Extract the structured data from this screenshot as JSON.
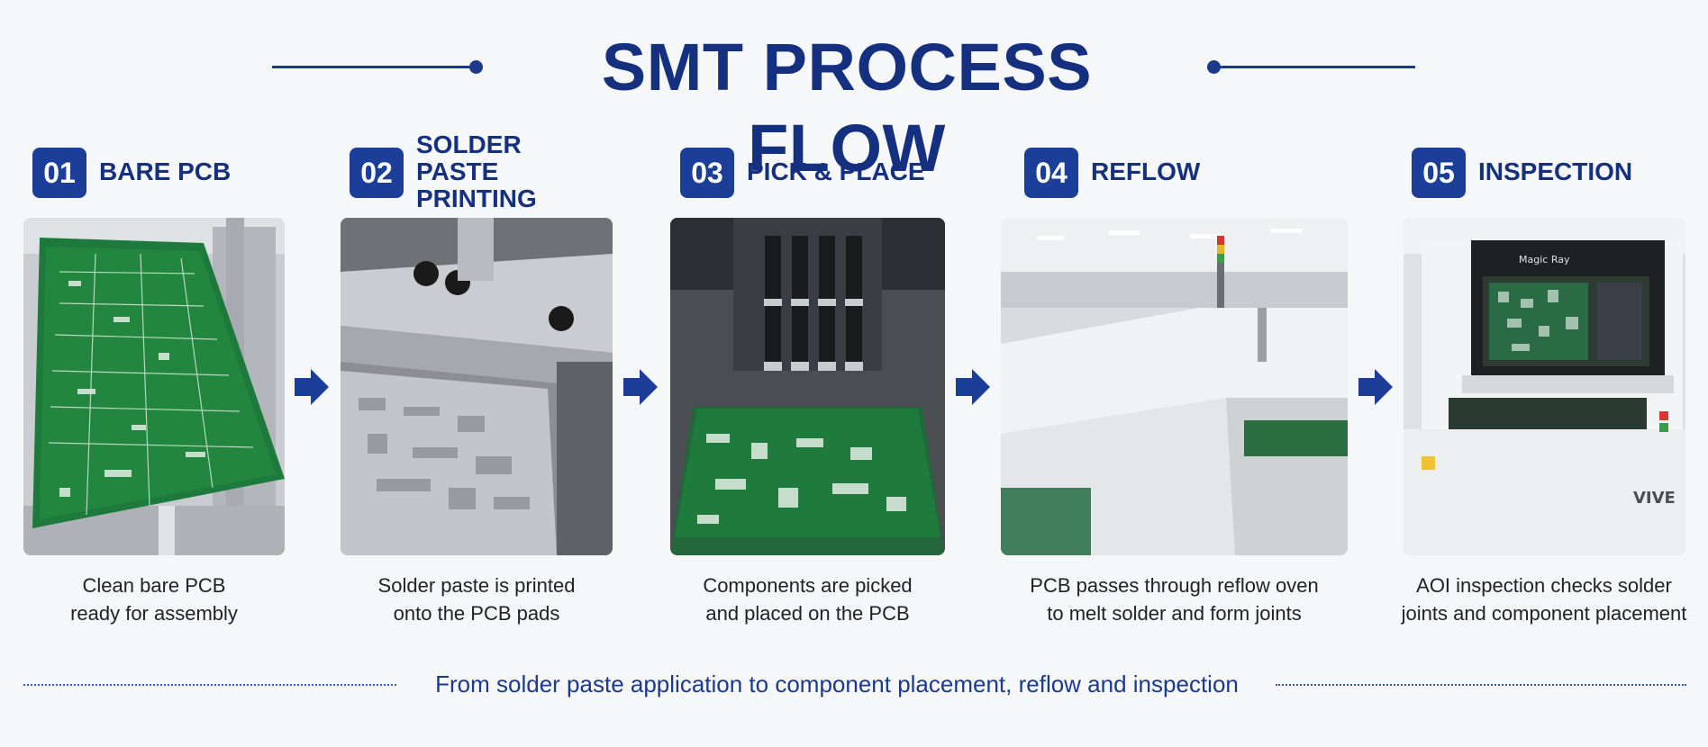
{
  "title": "SMT PROCESS FLOW",
  "steps": [
    {
      "number": "01",
      "title": "BARE PCB",
      "caption_line1": "Clean bare PCB",
      "caption_line2": "ready for assembly"
    },
    {
      "number": "02",
      "title": "SOLDER PASTE PRINTING",
      "caption_line1": "Solder paste is printed",
      "caption_line2": "onto the PCB pads"
    },
    {
      "number": "03",
      "title": "PICK & PLACE",
      "caption_line1": "Components are picked",
      "caption_line2": "and placed on the PCB"
    },
    {
      "number": "04",
      "title": "REFLOW",
      "caption_line1": "PCB passes through reflow oven",
      "caption_line2": "to melt solder and form joints"
    },
    {
      "number": "05",
      "title": "INSPECTION",
      "caption_line1": "AOI inspection checks solder",
      "caption_line2": "joints and component placement"
    }
  ],
  "photo_labels": {
    "aoi_brand": "Magic Ray",
    "machine_logo": "VIVE"
  },
  "footer": "From solder paste application to component placement, reflow and inspection",
  "colors": {
    "brand_blue": "#1b3f99",
    "title_blue": "#14307e",
    "pcb_green": "#1e7a3c",
    "background": "#f6f7f9"
  },
  "icons": [
    "arrow-right-icon"
  ]
}
